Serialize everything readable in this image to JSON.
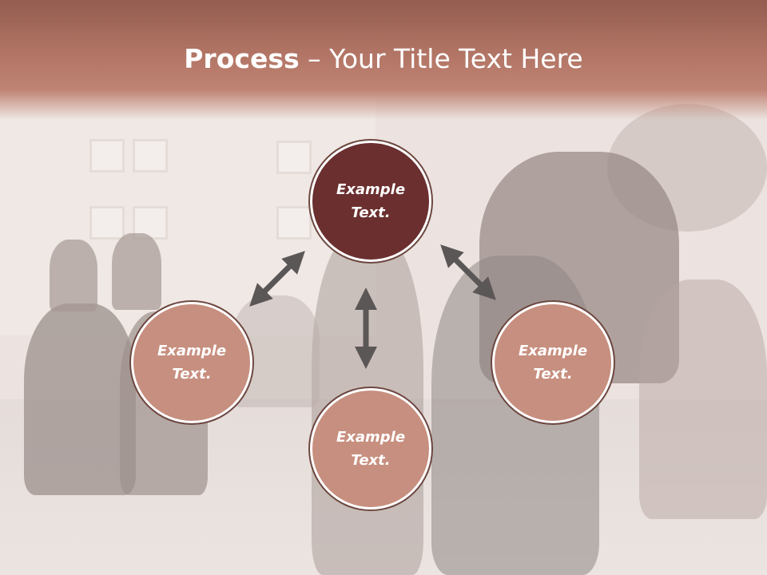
{
  "slide": {
    "title_bold": "Process",
    "title_rest": " – Your Title Text Here"
  },
  "diagram": {
    "nodes": [
      {
        "id": "top",
        "label": "Example\nText.",
        "color": "#6b2f2f"
      },
      {
        "id": "left",
        "label": "Example\nText.",
        "color": "#c78f7f"
      },
      {
        "id": "right",
        "label": "Example\nText.",
        "color": "#c78f7f"
      },
      {
        "id": "bottom",
        "label": "Example\nText.",
        "color": "#c78f7f"
      }
    ],
    "arrows": [
      {
        "from": "top",
        "to": "left",
        "direction": "bidirectional"
      },
      {
        "from": "top",
        "to": "right",
        "direction": "bidirectional"
      },
      {
        "from": "top",
        "to": "bottom",
        "direction": "bidirectional"
      }
    ],
    "arrow_color": "#5c5757"
  },
  "palette": {
    "title_bar": "#b27565",
    "title_text": "#ffffff"
  }
}
